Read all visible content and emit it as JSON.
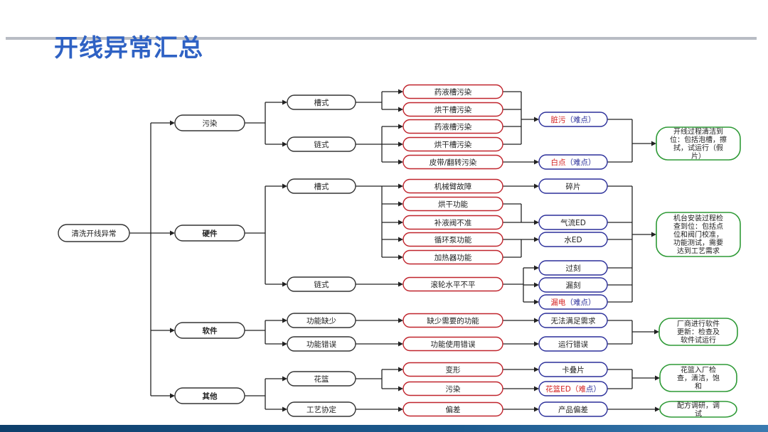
{
  "title": "开线异常汇总",
  "root": "清洗开线异常",
  "categories": [
    "污染",
    "硬件",
    "软件",
    "其他"
  ],
  "subcategories": [
    "槽式",
    "链式",
    "槽式",
    "链式",
    "功能缺少",
    "功能错误",
    "花篮",
    "工艺协定"
  ],
  "causes": [
    "药液槽污染",
    "烘干槽污染",
    "药液槽污染",
    "烘干槽污染",
    "皮带/翻转污染",
    "机械臂故障",
    "烘干功能",
    "补液阀不准",
    "循环泵功能",
    "加热器功能",
    "滚轮水平不平",
    "缺少需要的功能",
    "功能使用错误",
    "变形",
    "污染",
    "偏差"
  ],
  "results": [
    {
      "text": "脏污",
      "tag": "（难点）"
    },
    {
      "text": "白点",
      "tag": "（难点）"
    },
    {
      "text": "碎片",
      "tag": ""
    },
    {
      "text": "气流ED",
      "tag": ""
    },
    {
      "text": "水ED",
      "tag": ""
    },
    {
      "text": "过刻",
      "tag": ""
    },
    {
      "text": "漏刻",
      "tag": ""
    },
    {
      "text": "漏电",
      "tag": "（难点）"
    },
    {
      "text": "无法满足需求",
      "tag": ""
    },
    {
      "text": "运行错误",
      "tag": ""
    },
    {
      "text": "卡叠片",
      "tag": ""
    },
    {
      "text": "花篮ED（难",
      "tag": "点）"
    },
    {
      "text": "产品偏差",
      "tag": ""
    }
  ],
  "solutions": [
    [
      "开线过程清洁到",
      "位：包括泡槽，擦",
      "拭，试运行（假",
      "片）"
    ],
    [
      "机台安装过程检",
      "查到位：包括点",
      "位和阀门校准，",
      "功能测试，需要",
      "达到工艺需求"
    ],
    [
      "厂商进行软件",
      "更新：检查及",
      "软件试运行"
    ],
    [
      "花篮入厂检",
      "查，清洁，饱",
      "和"
    ],
    [
      "配方调研，调",
      "试"
    ]
  ],
  "colors": {
    "title": "#2f62c4",
    "cause_border": "#c0242c",
    "result_border": "#2b2f9a",
    "solution_border": "#2e9a36",
    "hard_tag": "#d42020",
    "line": "#222222"
  }
}
